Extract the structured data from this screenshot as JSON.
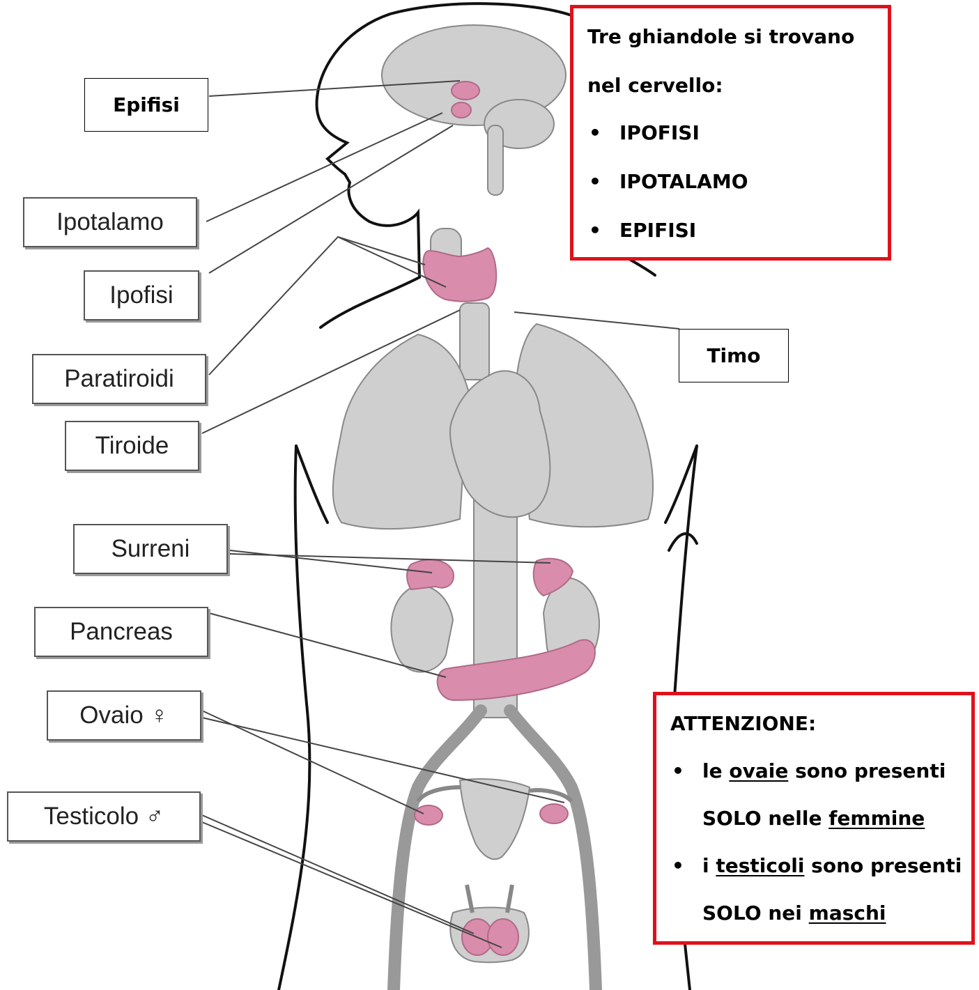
{
  "labels": {
    "epifisi": "Epifisi",
    "ipotalamo": "Ipotalamo",
    "ipofisi": "Ipofisi",
    "paratiroidi": "Paratiroidi",
    "tiroide": "Tiroide",
    "timo": "Timo",
    "surreni": "Surreni",
    "pancreas": "Pancreas",
    "ovaio": "Ovaio ♀",
    "testicolo": "Testicolo ♂"
  },
  "brain_note": {
    "line1": "Tre ghiandole si trovano",
    "line2": "nel cervello:",
    "items": [
      "IPOFISI",
      "IPOTALAMO",
      "EPIFISI"
    ]
  },
  "attention_note": {
    "title": "ATTENZIONE:",
    "bullet1_a": "le ",
    "bullet1_b": "ovaie",
    "bullet1_c": " sono presenti",
    "bullet1_d": "SOLO nelle ",
    "bullet1_e": "femmine",
    "bullet2_a": "i ",
    "bullet2_b": "testicoli",
    "bullet2_c": " sono presenti",
    "bullet2_d": "SOLO nei ",
    "bullet2_e": "maschi"
  },
  "colors": {
    "organ_gray": "#cfcfcf",
    "gland_pink": "#d98cab",
    "note_border": "#e0111b",
    "outline": "#111111"
  }
}
